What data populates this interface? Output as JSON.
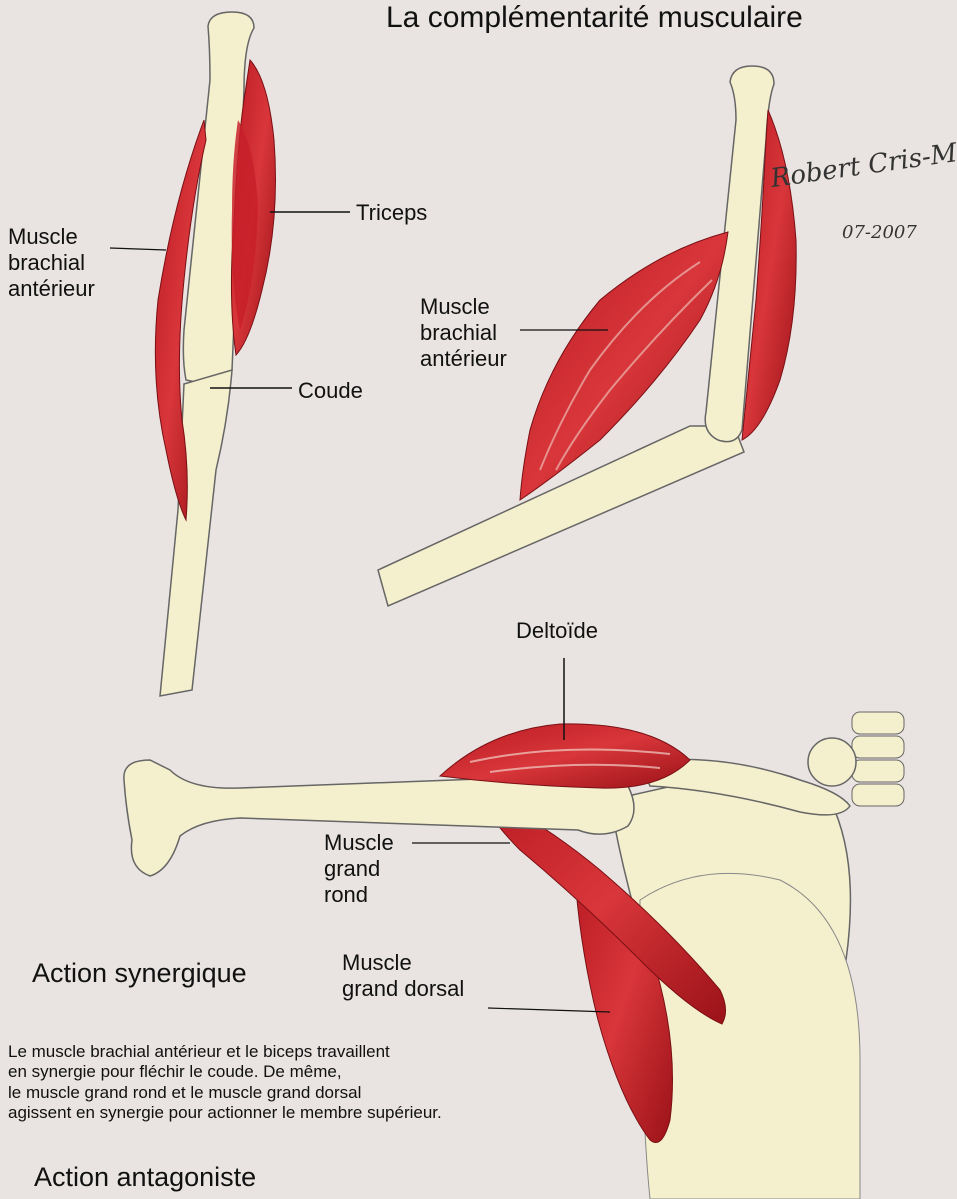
{
  "title": "La complémentarité musculaire",
  "signature": {
    "name": "Robert Cris-Ma",
    "date": "07-2007"
  },
  "labels": {
    "muscle_brachial_1": [
      "Muscle",
      "brachial",
      "antérieur"
    ],
    "triceps": "Triceps",
    "coude": "Coude",
    "muscle_brachial_2": [
      "Muscle",
      "brachial",
      "antérieur"
    ],
    "deltoide": "Deltoïde",
    "grand_rond": [
      "Muscle",
      "grand",
      "rond"
    ],
    "grand_dorsal": [
      "Muscle",
      "grand dorsal"
    ]
  },
  "sections": {
    "synergique_heading": "Action synergique",
    "synergique_text": [
      "Le muscle brachial antérieur et le biceps travaillent",
      "en synergie pour fléchir le coude. De même,",
      "le muscle grand rond et le muscle grand dorsal",
      "agissent en synergie pour actionner le membre supérieur."
    ],
    "antagoniste_heading": "Action antagoniste"
  },
  "colors": {
    "bone": "#f4efcc",
    "muscle": "#c8202a",
    "muscle_dark": "#8e1418",
    "paper": "#e9e4e1"
  }
}
